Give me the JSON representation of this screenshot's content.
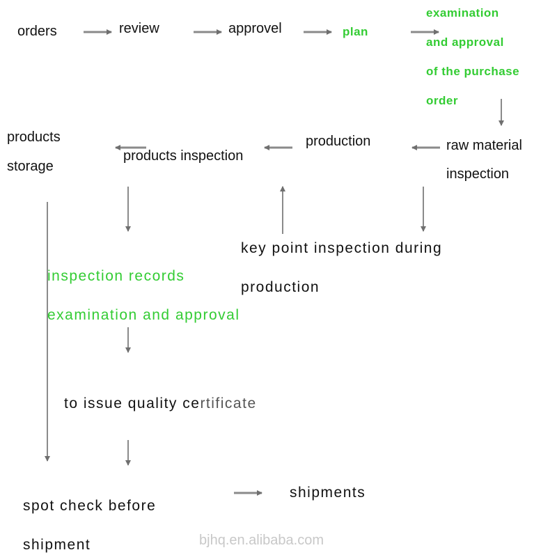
{
  "steps": {
    "orders": "orders",
    "review": "review",
    "approvel": "approvel",
    "plan": "plan",
    "po_approval_1": "examination",
    "po_approval_2": "and approval",
    "po_approval_3": "of the purchase",
    "po_approval_4": "order",
    "raw_material_1": "raw material",
    "raw_material_2": "inspection",
    "production": "production",
    "products_inspection": "products inspection",
    "products_storage_1": "products",
    "products_storage_2": "storage",
    "key_point_1": "key point inspection during",
    "key_point_2": "production",
    "records_1": "inspection records",
    "records_2": "examination and approval",
    "certificate_dark": "to issue quality ce",
    "certificate_light": "rtificate",
    "spot_check_1": "spot check before",
    "spot_check_2": "shipment",
    "shipments": "shipments"
  },
  "watermark": "bjhq.en.alibaba.com",
  "colors": {
    "text": "#111111",
    "highlight": "#33cc33",
    "arrow": "#7a7a7a",
    "certificate_light": "#555555",
    "watermark": "#c8c8c8"
  }
}
